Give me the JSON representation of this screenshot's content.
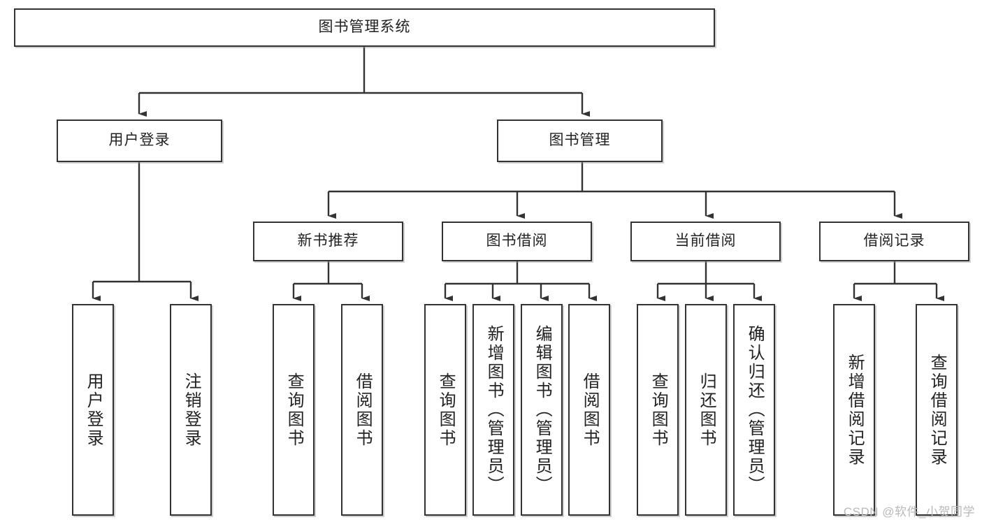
{
  "diagram": {
    "title": "图书管理系统",
    "watermark": "CSDN @软件_小贺同学",
    "colors": {
      "box_border": "#333333",
      "box_fill": "#ffffff",
      "edge": "#333333",
      "text": "#222222",
      "watermark": "#b9b9b9"
    },
    "nodes": {
      "root": {
        "label": "图书管理系统"
      },
      "l2": [
        {
          "label": "用户登录"
        },
        {
          "label": "图书管理"
        }
      ],
      "l3": [
        {
          "label": "新书推荐"
        },
        {
          "label": "图书借阅"
        },
        {
          "label": "当前借阅"
        },
        {
          "label": "借阅记录"
        }
      ],
      "leaves": {
        "user_login": [
          {
            "label": "用户登录"
          },
          {
            "label": "注销登录"
          }
        ],
        "new_book_rec": [
          {
            "label": "查询图书"
          },
          {
            "label": "借阅图书"
          }
        ],
        "book_borrow": [
          {
            "label": "查询图书"
          },
          {
            "label": "新增图书（管理员）"
          },
          {
            "label": "编辑图书（管理员）"
          },
          {
            "label": "借阅图书"
          }
        ],
        "current_borrow": [
          {
            "label": "查询图书"
          },
          {
            "label": "归还图书"
          },
          {
            "label": "确认归还（管理员）"
          }
        ],
        "borrow_record": [
          {
            "label": "新增借阅记录"
          },
          {
            "label": "查询借阅记录"
          }
        ]
      }
    }
  },
  "chart_data": {
    "type": "diagram",
    "subtype": "tree-hierarchy",
    "title": "图书管理系统",
    "orientation": "top-down",
    "levels": 4,
    "tree": {
      "name": "图书管理系统",
      "children": [
        {
          "name": "用户登录",
          "children": [
            {
              "name": "用户登录"
            },
            {
              "name": "注销登录"
            }
          ]
        },
        {
          "name": "图书管理",
          "children": [
            {
              "name": "新书推荐",
              "children": [
                {
                  "name": "查询图书"
                },
                {
                  "name": "借阅图书"
                }
              ]
            },
            {
              "name": "图书借阅",
              "children": [
                {
                  "name": "查询图书"
                },
                {
                  "name": "新增图书（管理员）"
                },
                {
                  "name": "编辑图书（管理员）"
                },
                {
                  "name": "借阅图书"
                }
              ]
            },
            {
              "name": "当前借阅",
              "children": [
                {
                  "name": "查询图书"
                },
                {
                  "name": "归还图书"
                },
                {
                  "name": "确认归还（管理员）"
                }
              ]
            },
            {
              "name": "借阅记录",
              "children": [
                {
                  "name": "新增借阅记录"
                },
                {
                  "name": "查询借阅记录"
                }
              ]
            }
          ]
        }
      ]
    }
  }
}
